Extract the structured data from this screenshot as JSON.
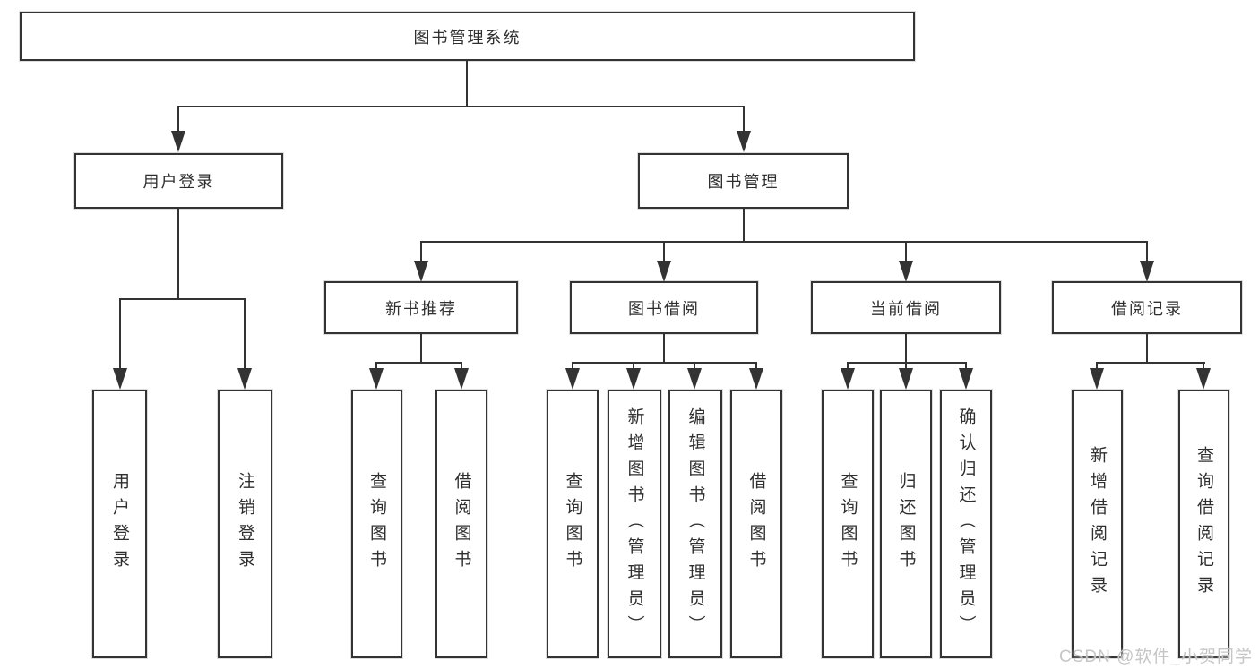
{
  "diagram": {
    "type": "hierarchy",
    "root": {
      "label": "图书管理系统"
    },
    "level2": {
      "user_login": {
        "label": "用户登录"
      },
      "book_mgmt": {
        "label": "图书管理"
      }
    },
    "level3": {
      "new_book_rec": {
        "label": "新书推荐"
      },
      "book_borrow": {
        "label": "图书借阅"
      },
      "current_borrow": {
        "label": "当前借阅"
      },
      "borrow_record": {
        "label": "借阅记录"
      }
    },
    "leaves": {
      "user_login": {
        "label": "用户登录"
      },
      "logout": {
        "label": "注销登录"
      },
      "query_book_rec": {
        "label": "查询图书"
      },
      "borrow_book_rec": {
        "label": "借阅图书"
      },
      "query_book_borrow": {
        "label": "查询图书"
      },
      "add_book_admin": {
        "label": "新增图书（管理员）"
      },
      "edit_book_admin": {
        "label": "编辑图书（管理员）"
      },
      "borrow_book": {
        "label": "借阅图书"
      },
      "query_book_current": {
        "label": "查询图书"
      },
      "return_book": {
        "label": "归还图书"
      },
      "confirm_return_admin": {
        "label": "确认归还（管理员）"
      },
      "add_borrow_record": {
        "label": "新增借阅记录"
      },
      "query_borrow_record": {
        "label": "查询借阅记录"
      }
    }
  },
  "watermark": {
    "text": "CSDN @软件_小贺同学"
  },
  "colors": {
    "line": "#333333",
    "text": "#2f2f2f",
    "box_background": "#ffffff",
    "watermark": "#c6c6c6",
    "background": "#ffffff"
  }
}
